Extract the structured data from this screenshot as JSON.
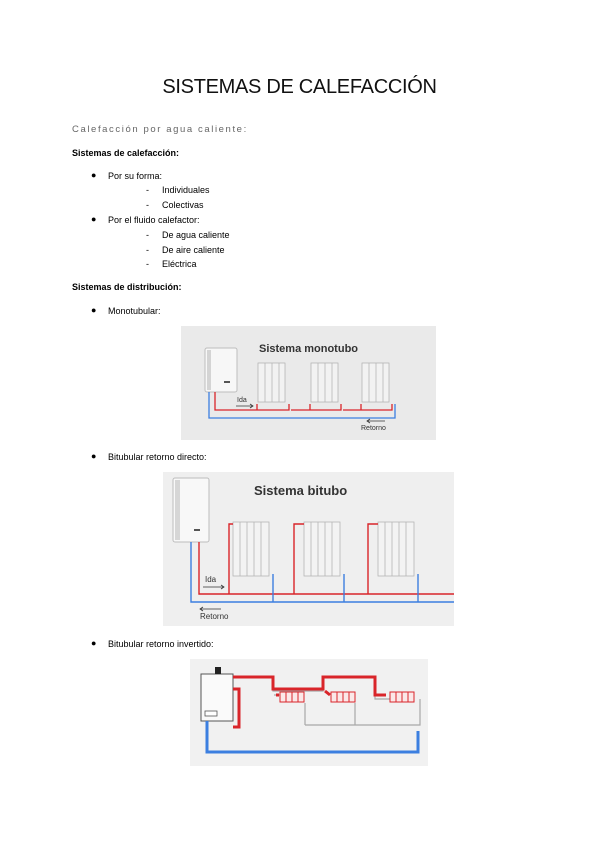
{
  "title": "SISTEMAS DE CALEFACCIÓN",
  "subtitle": "Calefacción por agua caliente:",
  "section1": {
    "heading": "Sistemas de calefacción:",
    "bullets": [
      {
        "label": "Por su forma:",
        "subitems": [
          "Individuales",
          "Colectivas"
        ]
      },
      {
        "label": "Por el fluido calefactor:",
        "subitems": [
          "De agua caliente",
          "De aire caliente",
          "Eléctrica"
        ]
      }
    ]
  },
  "section2": {
    "heading": "Sistemas de distribución:",
    "items": [
      {
        "label": "Monotubular:",
        "figure_title": "Sistema monotubo",
        "supply_label": "Ida",
        "return_label": "Retorno"
      },
      {
        "label": "Bitubular retorno directo:",
        "figure_title": "Sistema bitubo",
        "supply_label": "Ida",
        "return_label": "Retorno"
      },
      {
        "label": "Bitubular retorno invertido:"
      }
    ]
  },
  "colors": {
    "supply": "#d9252a",
    "return": "#3c7fe0",
    "grey_pipe": "#a8a8a8"
  }
}
